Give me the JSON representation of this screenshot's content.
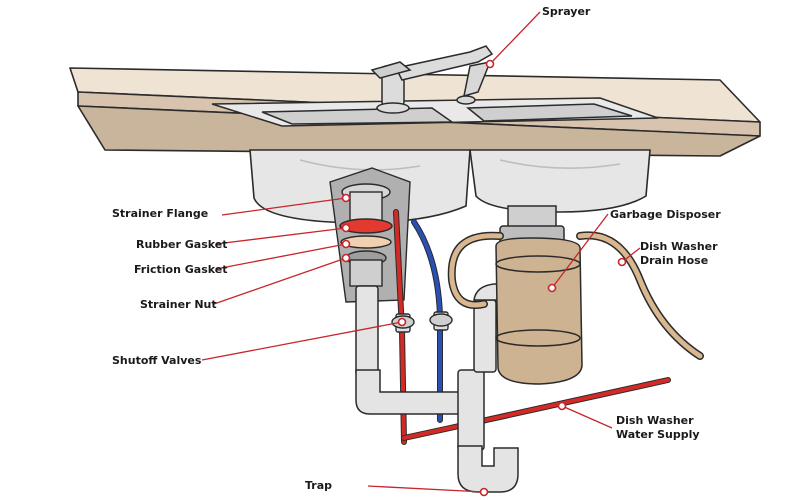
{
  "colors": {
    "leader": "#c8252c",
    "hot_pipe": "#d42a26",
    "cold_pipe": "#2a4fb5",
    "hose": "#d9b890",
    "disposer": "#cdb392",
    "outline": "#2b2b2b",
    "counter": "#efe3d3",
    "sink": "#e6e6e6"
  },
  "labels": {
    "sprayer": "Sprayer",
    "strainer_flange": "Strainer Flange",
    "rubber_gasket": "Rubber Gasket",
    "friction_gasket": "Friction Gasket",
    "strainer_nut": "Strainer Nut",
    "shutoff_valves": "Shutoff Valves",
    "trap": "Trap",
    "garbage_disposer": "Garbage Disposer",
    "dish_washer_drain_hose_line1": "Dish Washer",
    "dish_washer_drain_hose_line2": "Drain Hose",
    "dish_washer_water_supply_line1": "Dish Washer",
    "dish_washer_water_supply_line2": "Water Supply"
  }
}
